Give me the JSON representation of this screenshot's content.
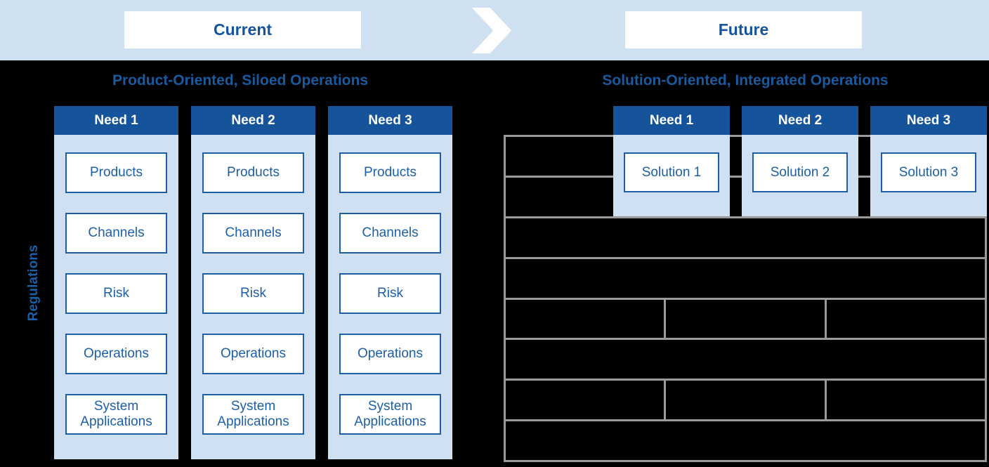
{
  "banner": {
    "current_label": "Current",
    "future_label": "Future"
  },
  "current_section": {
    "heading": "Product-Oriented, Siloed Operations",
    "side_label": "Regulations",
    "columns": [
      {
        "header": "Need 1",
        "items": [
          "Products",
          "Channels",
          "Risk",
          "Operations",
          "System Applications"
        ]
      },
      {
        "header": "Need 2",
        "items": [
          "Products",
          "Channels",
          "Risk",
          "Operations",
          "System Applications"
        ]
      },
      {
        "header": "Need 3",
        "items": [
          "Products",
          "Channels",
          "Risk",
          "Operations",
          "System Applications"
        ]
      }
    ]
  },
  "future_section": {
    "heading": "Solution-Oriented, Integrated Operations",
    "columns": [
      {
        "header": "Need 1",
        "solution": "Solution 1"
      },
      {
        "header": "Need 2",
        "solution": "Solution 2"
      },
      {
        "header": "Need 3",
        "solution": "Solution 3"
      }
    ],
    "grid": {
      "row_count": 8,
      "split_row_indices": [
        5,
        7
      ],
      "split_columns": 3
    }
  },
  "colors": {
    "banner_bg": "#cfe0f1",
    "dark_blue": "#15549b",
    "light_blue": "#cfe0f2",
    "accent_text_blue": "#1d5fa6",
    "heading_blue": "#1b5a9e",
    "grid_border_gray": "#9a9a9a",
    "background_black": "#000000",
    "box_bg": "#ffffff"
  }
}
